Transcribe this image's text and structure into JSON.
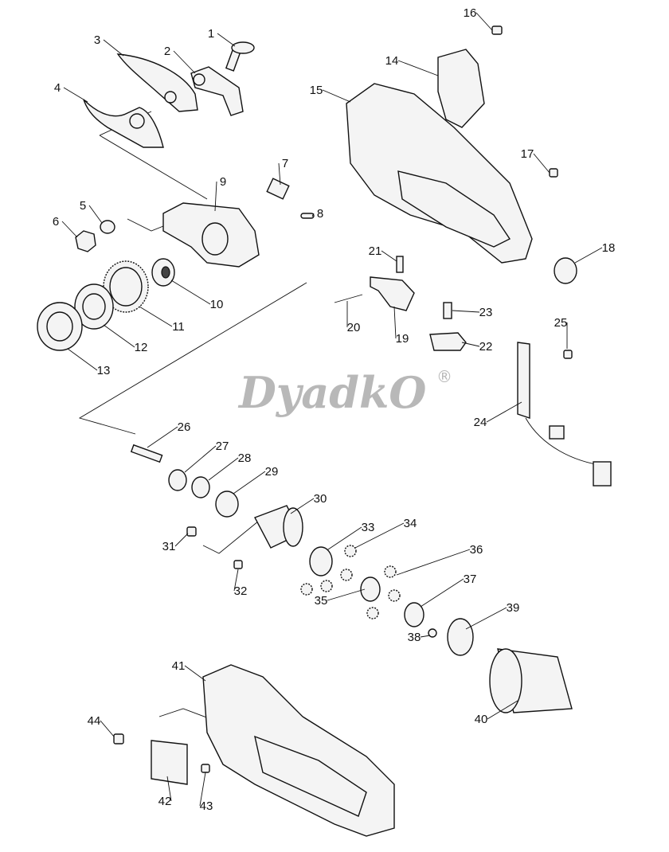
{
  "title": "Exploded parts diagram",
  "watermark": {
    "text": "DyadkO",
    "mark": "®"
  },
  "labels": [
    "1",
    "2",
    "3",
    "4",
    "5",
    "6",
    "7",
    "8",
    "9",
    "10",
    "11",
    "12",
    "13",
    "14",
    "15",
    "16",
    "17",
    "18",
    "19",
    "20",
    "21",
    "22",
    "23",
    "24",
    "25",
    "26",
    "27",
    "28",
    "29",
    "30",
    "31",
    "32",
    "33",
    "34",
    "35",
    "36",
    "37",
    "38",
    "39",
    "40",
    "41",
    "42",
    "43",
    "44"
  ]
}
